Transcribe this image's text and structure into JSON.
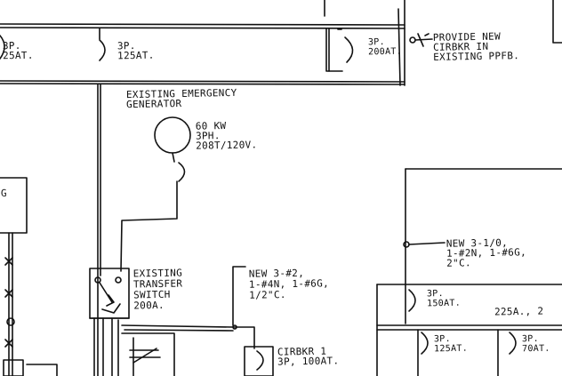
{
  "labels": {
    "breaker_left_edge": {
      "lines": [
        "3P.",
        "25AT."
      ]
    },
    "breaker_125_top": {
      "lines": [
        "3P.",
        "125AT."
      ]
    },
    "breaker_200_top": {
      "lines": [
        "3P.",
        "200AT."
      ]
    },
    "provide_new_breaker": {
      "lines": [
        "PROVIDE NEW",
        "CIRBKR IN",
        "EXISTING PPFB."
      ]
    },
    "generator_title": {
      "lines": [
        "EXISTING EMERGENCY",
        "GENERATOR"
      ]
    },
    "generator_rating": {
      "lines": [
        "60 KW",
        "3PH.",
        "208T/120V."
      ]
    },
    "transfer_switch": {
      "lines": [
        "EXISTING",
        "TRANSFER",
        "SWITCH",
        "200A."
      ]
    },
    "new_feeder_a": {
      "lines": [
        "NEW 3-#2,",
        "1-#4N, 1-#6G,",
        "1/2\"C."
      ]
    },
    "new_feeder_b": {
      "lines": [
        "NEW 3-1/0,",
        "1-#2N, 1-#6G,",
        "2\"C."
      ]
    },
    "breaker_150": {
      "lines": [
        "3P.",
        "150AT."
      ]
    },
    "panel_rating": {
      "lines": [
        "225A., 2"
      ]
    },
    "breaker_125_bottom": {
      "lines": [
        "3P.",
        "125AT."
      ]
    },
    "breaker_70": {
      "lines": [
        "3P.",
        "70AT."
      ]
    },
    "cirbkr_1": {
      "lines": [
        "CIRBKR 1",
        "3P, 100AT."
      ]
    },
    "left_panel_letter": {
      "lines": [
        "G"
      ]
    }
  },
  "colors": {
    "ink": "#111111",
    "paper": "#ffffff"
  }
}
